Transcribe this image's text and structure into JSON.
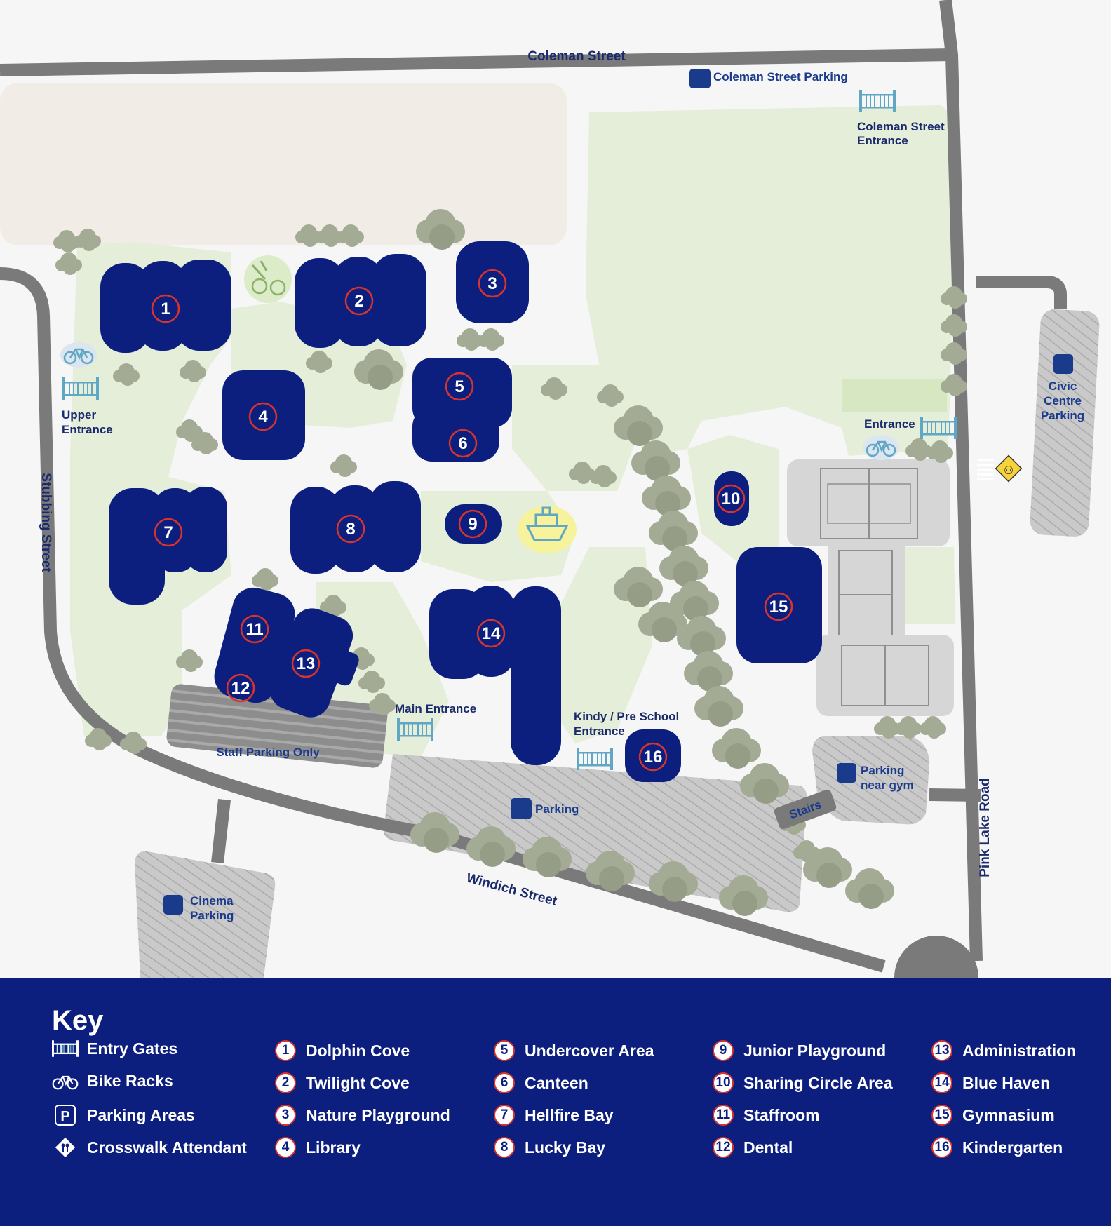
{
  "streets": {
    "coleman": "Coleman Street",
    "stubbing": "Stubbing Street",
    "windich": "Windich Street",
    "pink_lake": "Pink Lake Road"
  },
  "parking_labels": {
    "coleman_parking": "Coleman Street Parking",
    "civic": [
      "Civic",
      "Centre",
      "Parking"
    ],
    "staff": "Staff Parking Only",
    "main": "Parking",
    "gym": [
      "Parking",
      "near gym"
    ],
    "cinema": [
      "Cinema",
      "Parking"
    ],
    "icon_letter": "P"
  },
  "entrance_labels": {
    "coleman": [
      "Coleman Street",
      "Entrance"
    ],
    "upper": [
      "Upper",
      "Entrance"
    ],
    "east": "Entrance",
    "main": "Main Entrance",
    "kindy": [
      "Kindy / Pre School",
      "Entrance"
    ]
  },
  "stairs_label": "Stairs",
  "buildings": [
    "1",
    "2",
    "3",
    "4",
    "5",
    "6",
    "7",
    "8",
    "9",
    "10",
    "11",
    "12",
    "13",
    "14",
    "15",
    "16"
  ],
  "key": {
    "title": "Key",
    "symbols": [
      {
        "icon": "entry-gates-icon",
        "label": "Entry Gates"
      },
      {
        "icon": "bike-rack-icon",
        "label": "Bike Racks"
      },
      {
        "icon": "parking-icon",
        "label": "Parking Areas"
      },
      {
        "icon": "crosswalk-attendant-icon",
        "label": "Crosswalk Attendant"
      }
    ],
    "places": [
      {
        "num": "1",
        "label": "Dolphin Cove"
      },
      {
        "num": "2",
        "label": "Twilight Cove"
      },
      {
        "num": "3",
        "label": "Nature Playground"
      },
      {
        "num": "4",
        "label": "Library"
      },
      {
        "num": "5",
        "label": "Undercover Area"
      },
      {
        "num": "6",
        "label": "Canteen"
      },
      {
        "num": "7",
        "label": "Hellfire Bay"
      },
      {
        "num": "8",
        "label": "Lucky Bay"
      },
      {
        "num": "9",
        "label": "Junior Playground"
      },
      {
        "num": "10",
        "label": "Sharing Circle Area"
      },
      {
        "num": "11",
        "label": "Staffroom"
      },
      {
        "num": "12",
        "label": "Dental"
      },
      {
        "num": "13",
        "label": "Administration"
      },
      {
        "num": "14",
        "label": "Blue Haven"
      },
      {
        "num": "15",
        "label": "Gymnasium"
      },
      {
        "num": "16",
        "label": "Kindergarten"
      }
    ]
  },
  "colors": {
    "building": "#0c1f7f",
    "road": "#7a7a7a",
    "grass": "#e4eed8",
    "trees": "#a3ab95",
    "parking": "#c8c8c8",
    "accent_red": "#d9342b",
    "gate_teal": "#5fa7c4"
  }
}
